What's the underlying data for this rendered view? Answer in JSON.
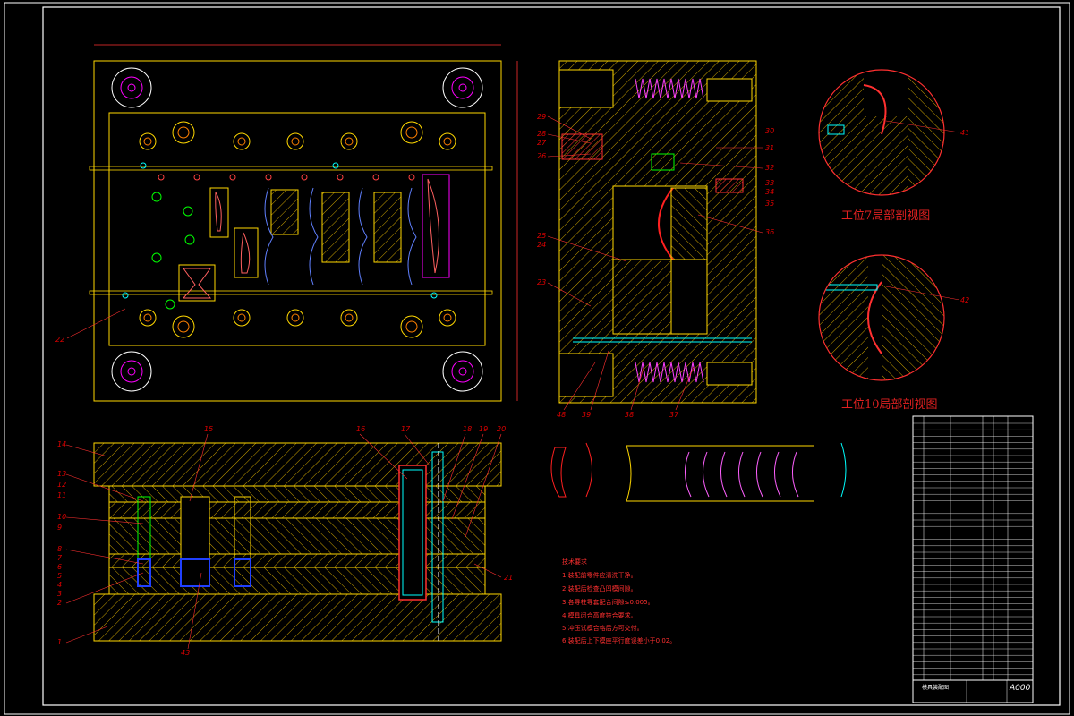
{
  "drawing": {
    "section_view_7_title": "工位7局部剖视图",
    "section_view_10_title": "工位10局部剖视图",
    "drawing_number": "A000",
    "title_block_name": "模具装配图",
    "tech_requirements": {
      "heading": "技术要求",
      "lines": [
        "1.装配前零件应清洗干净。",
        "2.装配后检查凸凹模间隙。",
        "3.各导柱导套配合间隙≤0.005。",
        "4.模具闭合高度符合要求。",
        "5.冲压试模合格后方可交付。",
        "6.装配后上下模座平行度误差小于0.02。"
      ]
    },
    "callouts_top": [
      "22"
    ],
    "callouts_section": [
      "29",
      "28",
      "27",
      "26",
      "25",
      "24",
      "23",
      "30",
      "31",
      "32",
      "33",
      "34",
      "35",
      "36",
      "48",
      "39",
      "38",
      "37"
    ],
    "callouts_detail": [
      "41",
      "42"
    ],
    "callouts_front": [
      "14",
      "13",
      "12",
      "11",
      "10",
      "9",
      "8",
      "7",
      "6",
      "5",
      "4",
      "3",
      "2",
      "1",
      "15",
      "16",
      "17",
      "18",
      "19",
      "20",
      "21",
      "43"
    ],
    "colors": {
      "frame": "#ffffff",
      "outline": "#ffd700",
      "hatch": "#ffcc00",
      "accent": "#ff2020",
      "cyan": "#00ffff",
      "magenta": "#ff00ff",
      "green": "#00ff00",
      "blue": "#2040ff"
    }
  }
}
